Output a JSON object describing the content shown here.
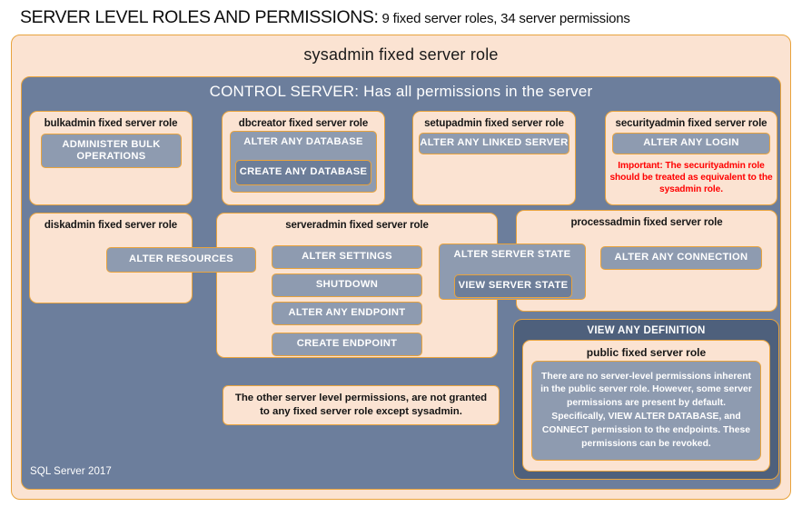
{
  "title": {
    "main": "SERVER LEVEL ROLES AND PERMISSIONS:",
    "sub": " 9 fixed server roles, 34 server permissions"
  },
  "banners": {
    "sysadmin": "sysadmin fixed server role",
    "control_server": "CONTROL SERVER: Has all permissions in the server",
    "view_any_definition": "VIEW ANY DEFINITION",
    "sql_version": "SQL Server 2017"
  },
  "roles": [
    {
      "id": "bulkadmin",
      "title": "bulkadmin fixed server role"
    },
    {
      "id": "dbcreator",
      "title": "dbcreator fixed server role"
    },
    {
      "id": "setupadmin",
      "title": "setupadmin fixed server role"
    },
    {
      "id": "securityadmin",
      "title": "securityadmin fixed server role"
    },
    {
      "id": "diskadmin",
      "title": "diskadmin fixed server role"
    },
    {
      "id": "serveradmin",
      "title": "serveradmin fixed server role"
    },
    {
      "id": "processadmin",
      "title": "processadmin fixed server role"
    },
    {
      "id": "public",
      "title": "public fixed server role"
    }
  ],
  "permissions": {
    "administer_bulk_operations": "ADMINISTER  BULK OPERATIONS",
    "alter_any_database": "ALTER ANY DATABASE",
    "create_any_database": "CREATE  ANY DATABASE",
    "alter_any_linked_server": "ALTER ANY LINKED SERVER",
    "alter_any_login": "ALTER ANY LOGIN",
    "alter_resources": "ALTER RESOURCES",
    "alter_settings": "ALTER SETTINGS",
    "shutdown": "SHUTDOWN",
    "alter_any_endpoint": "ALTER ANY ENDPOINT",
    "create_endpoint": "CREATE  ENDPOINT",
    "alter_server_state": "ALTER SERVER  STATE",
    "view_server_state": "VIEW SERVER  STATE",
    "alter_any_connection": "ALTER ANY CONNECTION"
  },
  "notes": {
    "securityadmin_warning": "Important:  The securityadmin role should  be treated as equivalent to the  sysadmin role.",
    "other_permissions": "The other server level permissions,  are not granted to any fixed server role except sysadmin.",
    "public_description": "There are no server-level permissions inherent in the public server role. However, some server permissions are present by default. Specifically, VIEW ALTER DATABASE, and CONNECT permission to the endpoints. These permissions can be revoked."
  },
  "colors": {
    "cream": "#FBE3D2",
    "gold_border": "#E8A33D",
    "slate": "#6C7E9C",
    "dark_slate": "#4E607C",
    "chip": "#8E9BB0",
    "chip_dark": "#6D7E99",
    "warning_red": "#FF0000"
  }
}
